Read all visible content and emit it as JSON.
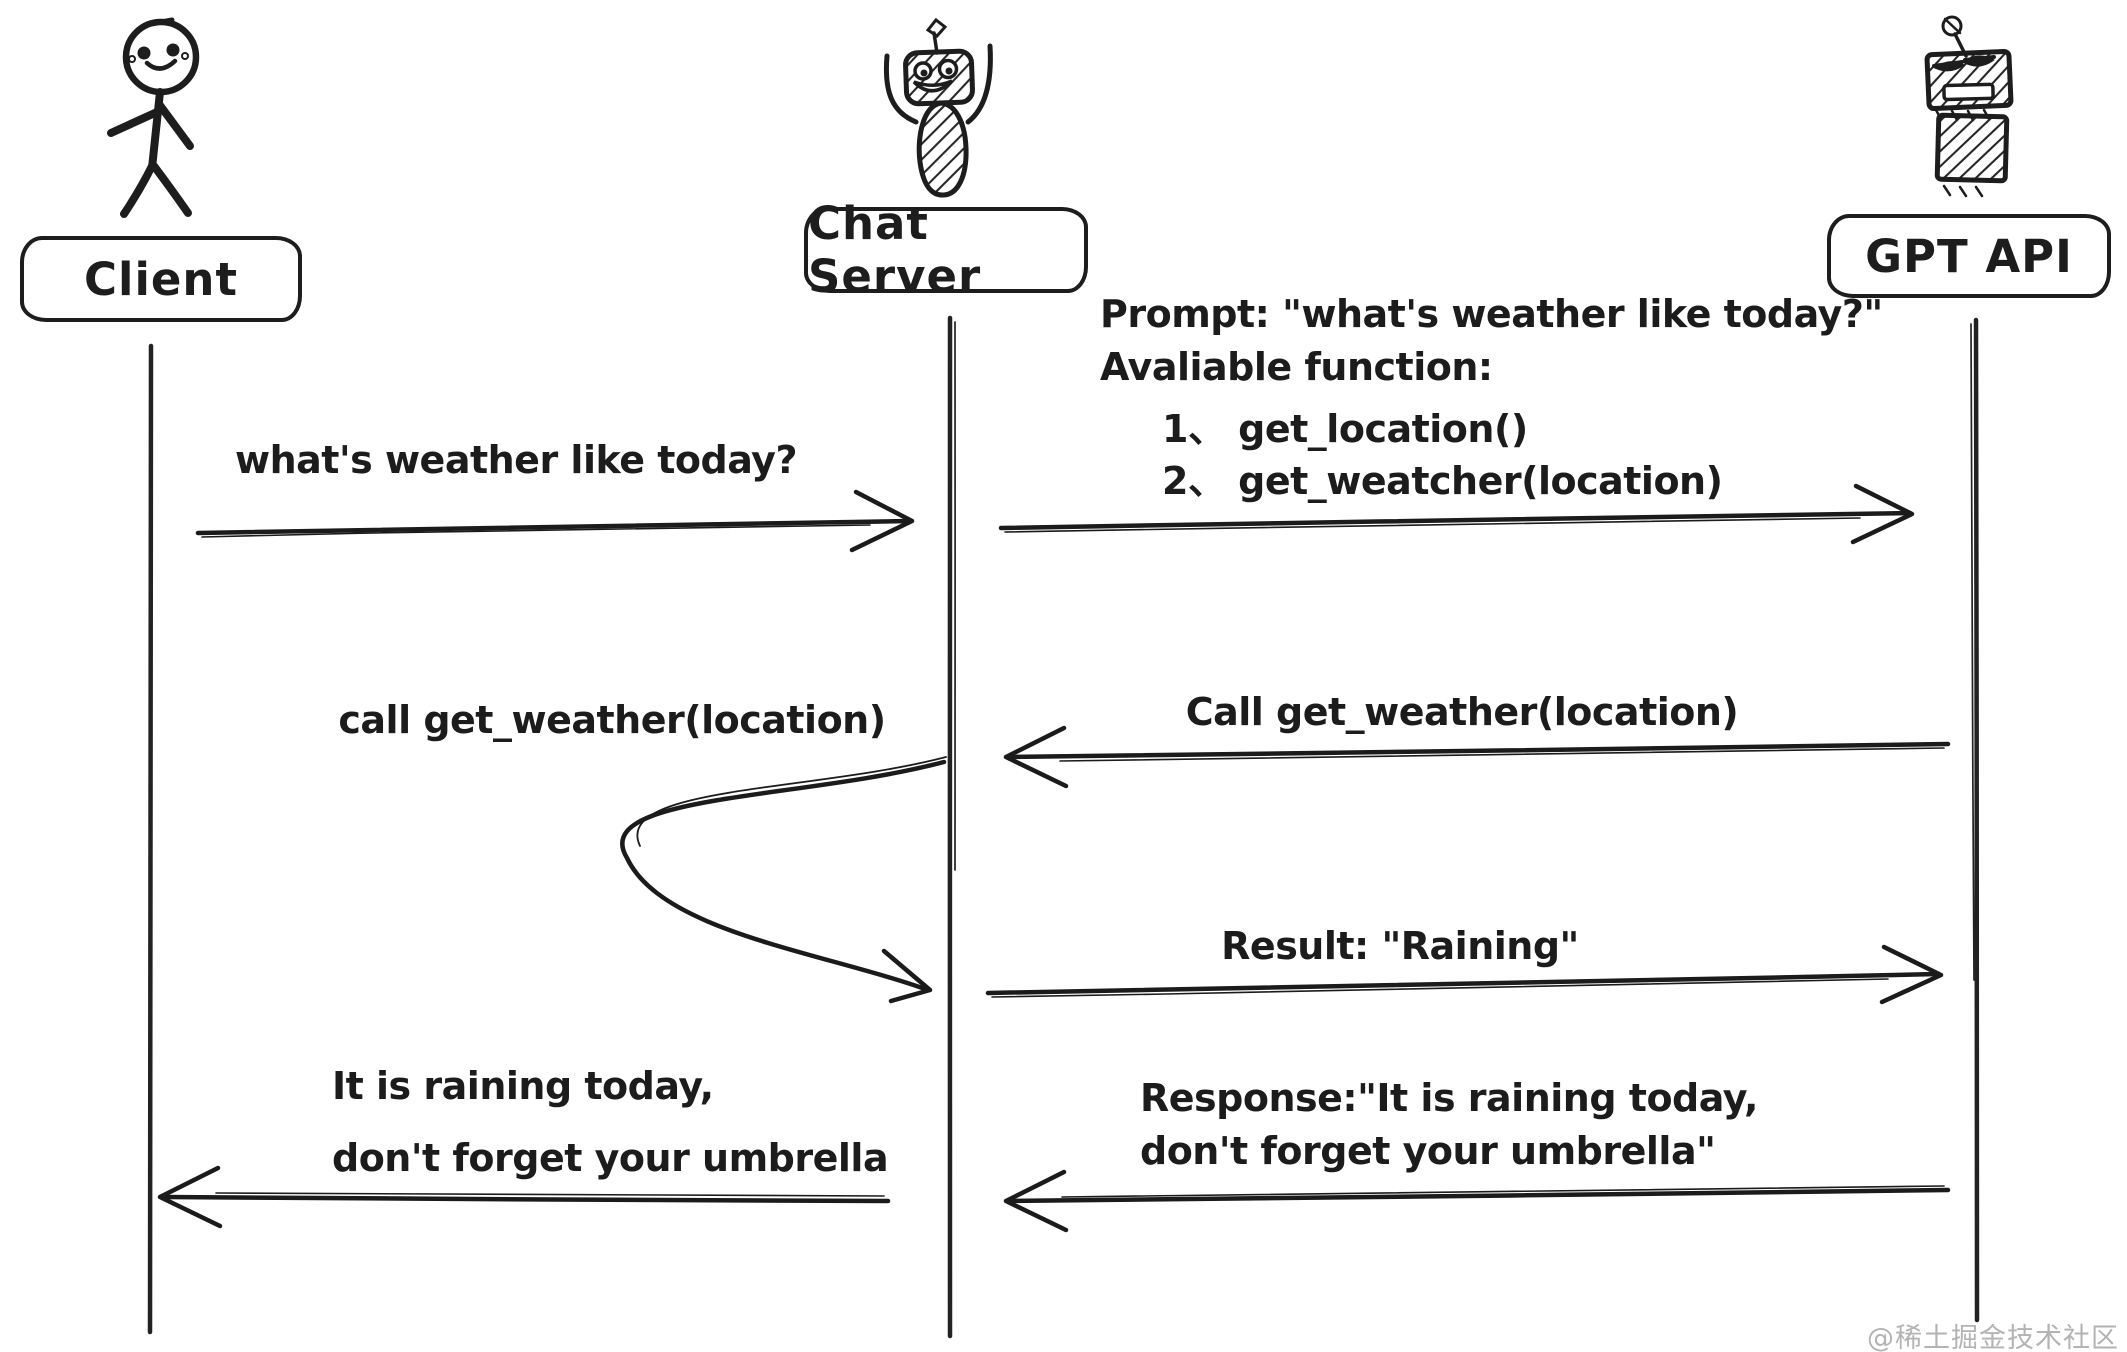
{
  "diagram": {
    "title": "Chat server function-calling sequence",
    "style": "hand-drawn sketch, black ink on white",
    "ink_color": "#1d1d1d",
    "watermark_color": "#b3b3b3",
    "actors": {
      "client": {
        "label": "Client",
        "icon": "stick-figure"
      },
      "chat_server": {
        "label": "Chat Server",
        "icon": "happy-robot"
      },
      "gpt_api": {
        "label": "GPT API",
        "icon": "angry-robot"
      }
    },
    "messages": {
      "user_question": {
        "from": "Client",
        "to": "Chat Server",
        "label": "what's weather like today?"
      },
      "prompt_block": {
        "from": "Chat Server",
        "to": "GPT API",
        "lines": [
          "Prompt: \"what's weather like today?\"",
          "Avaliable function:",
          "1、 get_location()",
          "2、 get_weatcher(location)"
        ]
      },
      "call_weather": {
        "from": "GPT API",
        "to": "Chat Server",
        "label": "Call get_weather(location)"
      },
      "self_call": {
        "from": "Chat Server",
        "to": "Chat Server",
        "label": "call get_weather(location)"
      },
      "result": {
        "from": "Chat Server",
        "to": "GPT API",
        "label": "Result: \"Raining\""
      },
      "reply_to_client": {
        "from": "Chat Server",
        "to": "Client",
        "lines": [
          "It is raining today,",
          "don't forget your umbrella"
        ]
      },
      "gpt_response": {
        "from": "GPT API",
        "to": "Chat Server",
        "lines": [
          "Response:\"It is raining today,",
          "don't forget your umbrella\""
        ]
      }
    },
    "watermark": "@稀土掘金技术社区"
  }
}
